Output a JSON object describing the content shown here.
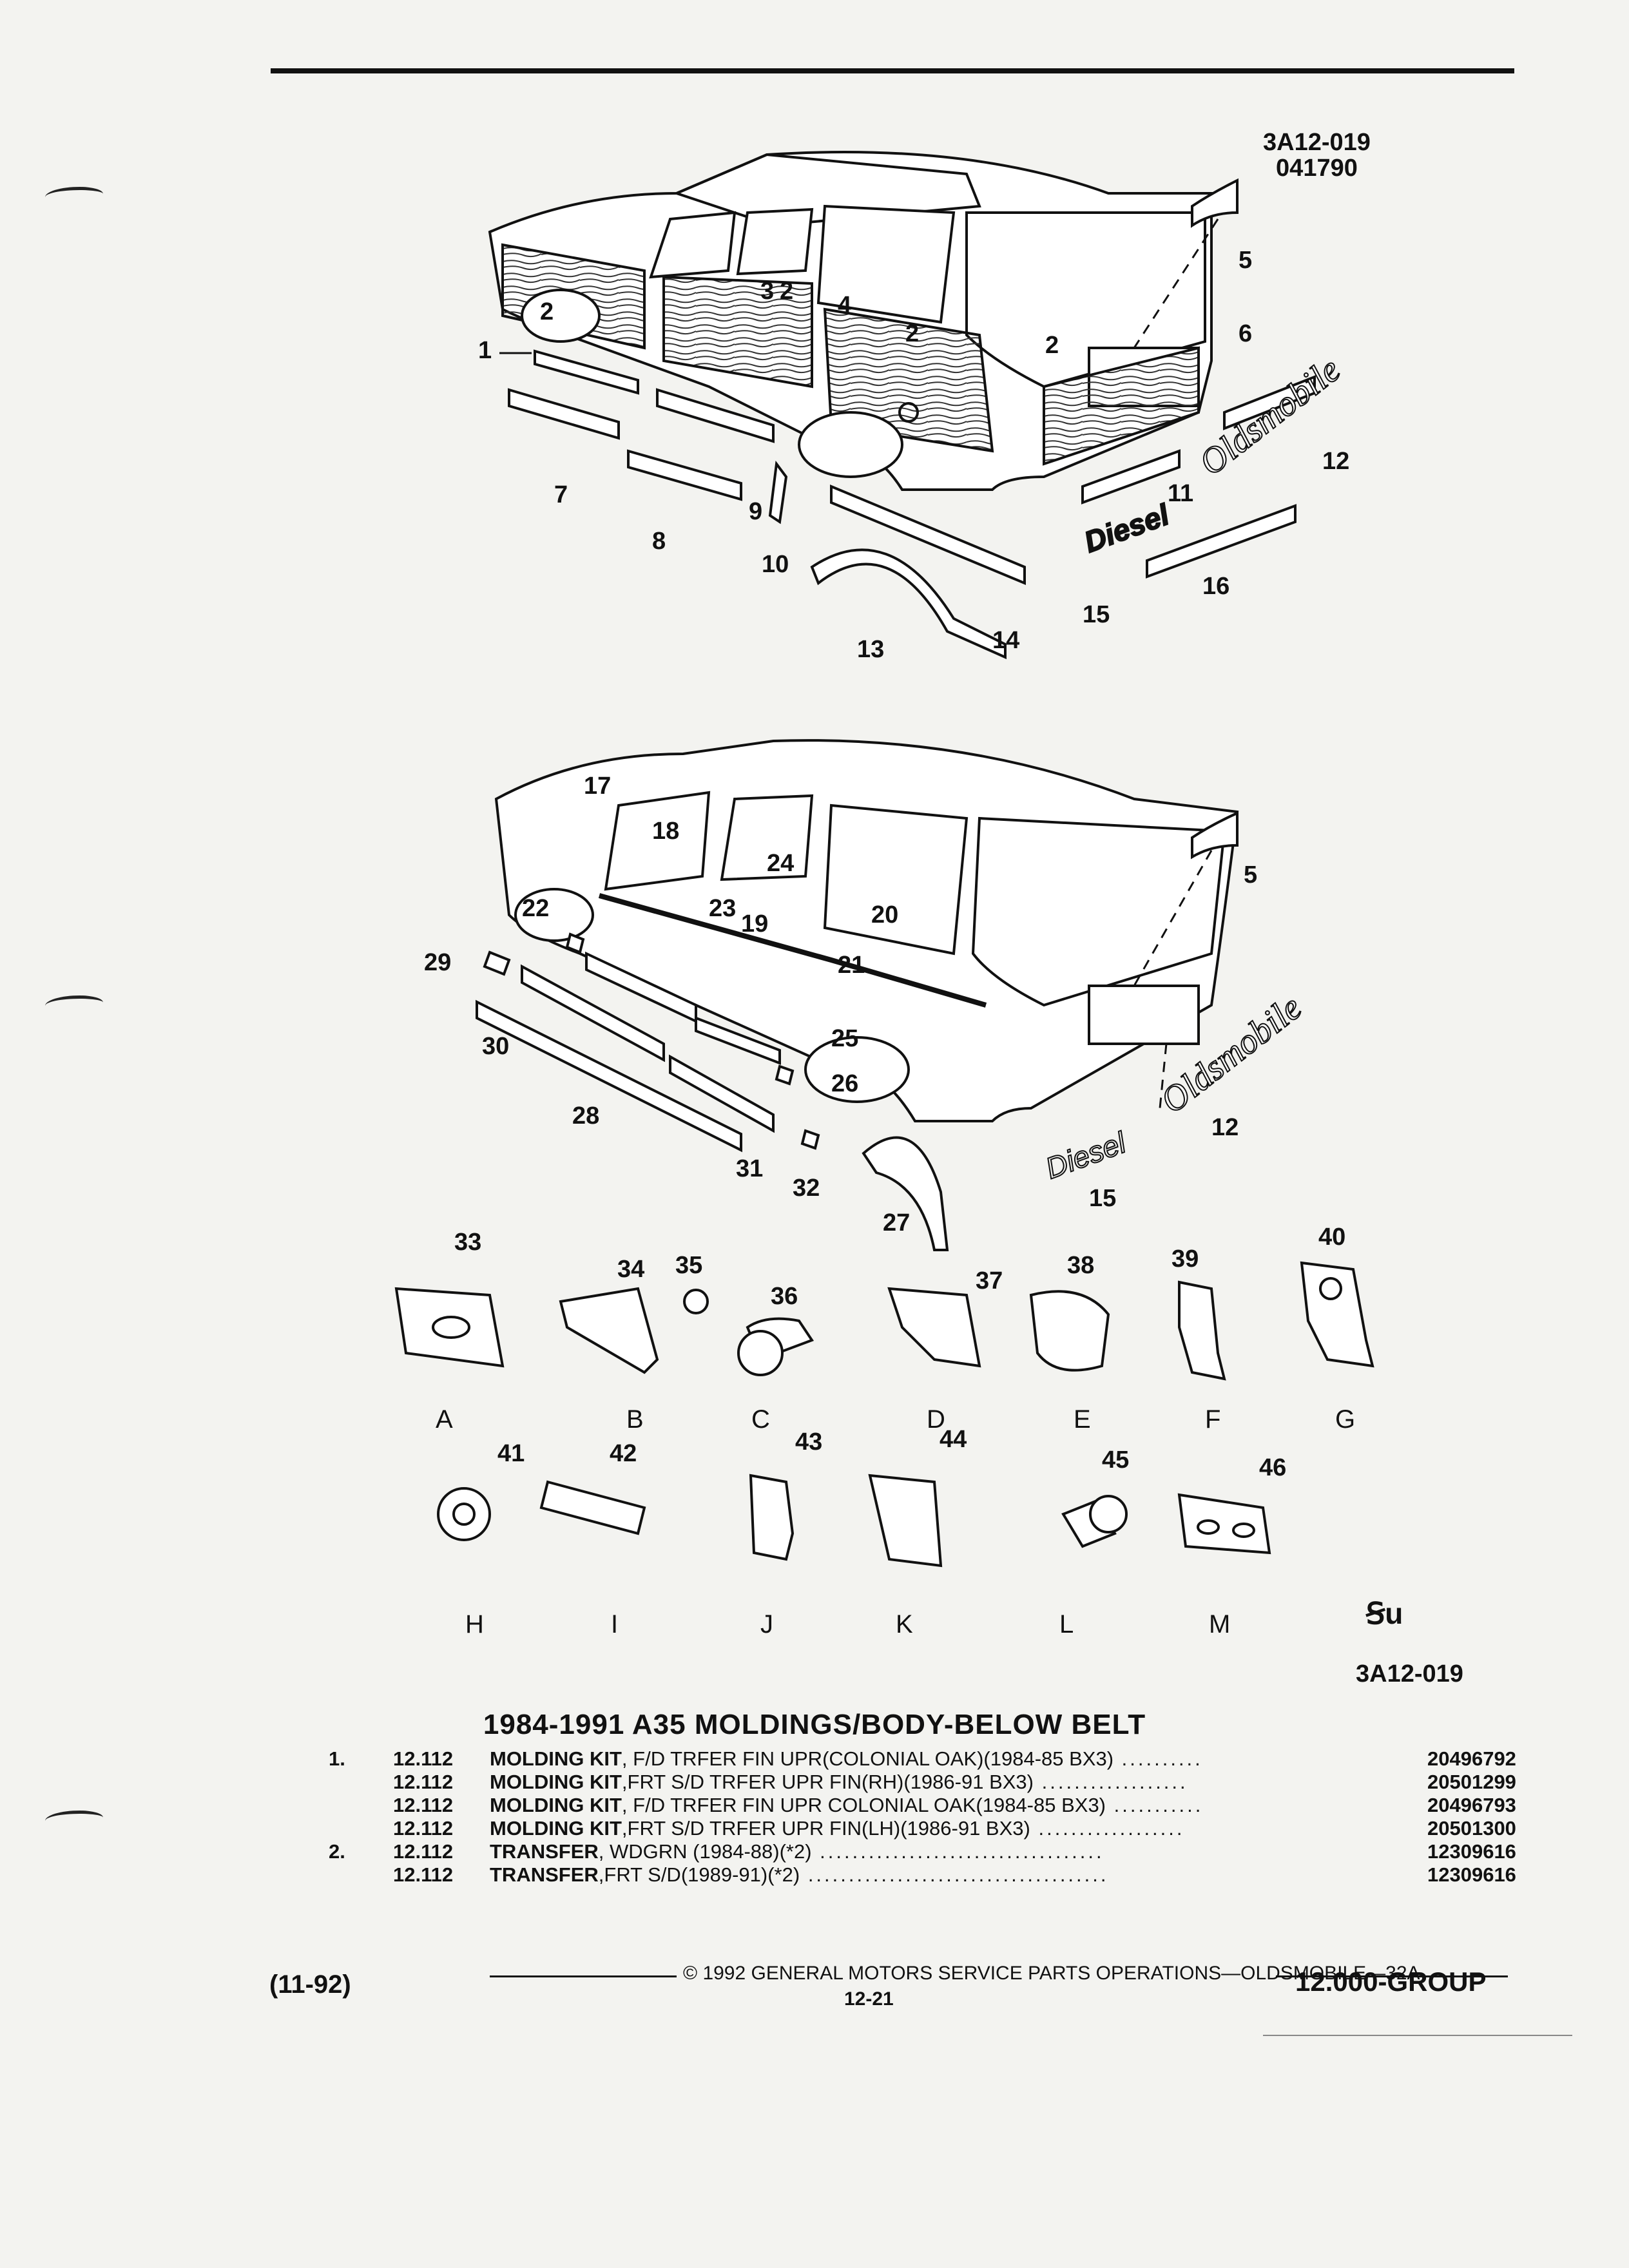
{
  "header": {
    "ref_top_1": "3A12-019",
    "ref_top_2": "041790"
  },
  "diagram": {
    "callouts_top": [
      "1",
      "2",
      "2",
      "3",
      "2",
      "4",
      "2",
      "2",
      "5",
      "6",
      "7",
      "8",
      "9",
      "10",
      "11",
      "12",
      "13",
      "14",
      "15",
      "16"
    ],
    "callouts_mid": [
      "17",
      "18",
      "19",
      "20",
      "21",
      "22",
      "23",
      "24",
      "25",
      "26",
      "27",
      "28",
      "29",
      "30",
      "31",
      "32",
      "5",
      "12",
      "15"
    ],
    "fasteners": [
      {
        "num": "33",
        "letter": "A"
      },
      {
        "num": "34",
        "letter": "B"
      },
      {
        "num": "35",
        "letter": ""
      },
      {
        "num": "36",
        "letter": "C"
      },
      {
        "num": "37",
        "letter": "D"
      },
      {
        "num": "38",
        "letter": "E"
      },
      {
        "num": "39",
        "letter": "F"
      },
      {
        "num": "40",
        "letter": "G"
      },
      {
        "num": "41",
        "letter": "H"
      },
      {
        "num": "42",
        "letter": "I"
      },
      {
        "num": "43",
        "letter": "J"
      },
      {
        "num": "44",
        "letter": "K"
      },
      {
        "num": "45",
        "letter": "L"
      },
      {
        "num": "46",
        "letter": "M"
      }
    ],
    "ref_bottom": "3A12-019",
    "emblem_diesel": "Diesel",
    "emblem_oldsmobile": "Oldsmobile",
    "gm_logo": "Ꞩu"
  },
  "section_title": "1984-1991 A35 MOLDINGS/BODY-BELOW BELT",
  "parts": [
    {
      "num": "1.",
      "code": "12.112",
      "name": "MOLDING KIT",
      "detail": ", F/D TRFER FIN UPR(COLONIAL OAK)(1984-85 BX3)",
      "pn": "20496792"
    },
    {
      "num": "",
      "code": "12.112",
      "name": "MOLDING KIT",
      "detail": ",FRT S/D TRFER UPR FIN(RH)(1986-91 BX3)",
      "pn": "20501299"
    },
    {
      "num": "",
      "code": "12.112",
      "name": "MOLDING KIT",
      "detail": ", F/D TRFER FIN UPR COLONIAL OAK(1984-85 BX3)",
      "pn": "20496793"
    },
    {
      "num": "",
      "code": "12.112",
      "name": "MOLDING KIT",
      "detail": ",FRT S/D TRFER UPR FIN(LH)(1986-91 BX3)",
      "pn": "20501300"
    },
    {
      "num": "2.",
      "code": "12.112",
      "name": "TRANSFER",
      "detail": ", WDGRN (1984-88)(*2)",
      "pn": "12309616"
    },
    {
      "num": "",
      "code": "12.112",
      "name": "TRANSFER",
      "detail": ",FRT S/D(1989-91)(*2)",
      "pn": "12309616"
    }
  ],
  "footer": {
    "date": "(11-92)",
    "copyright": "© 1992 GENERAL MOTORS SERVICE PARTS OPERATIONS—OLDSMOBILE—32A",
    "page": "12-21",
    "group": "12.000-GROUP"
  }
}
